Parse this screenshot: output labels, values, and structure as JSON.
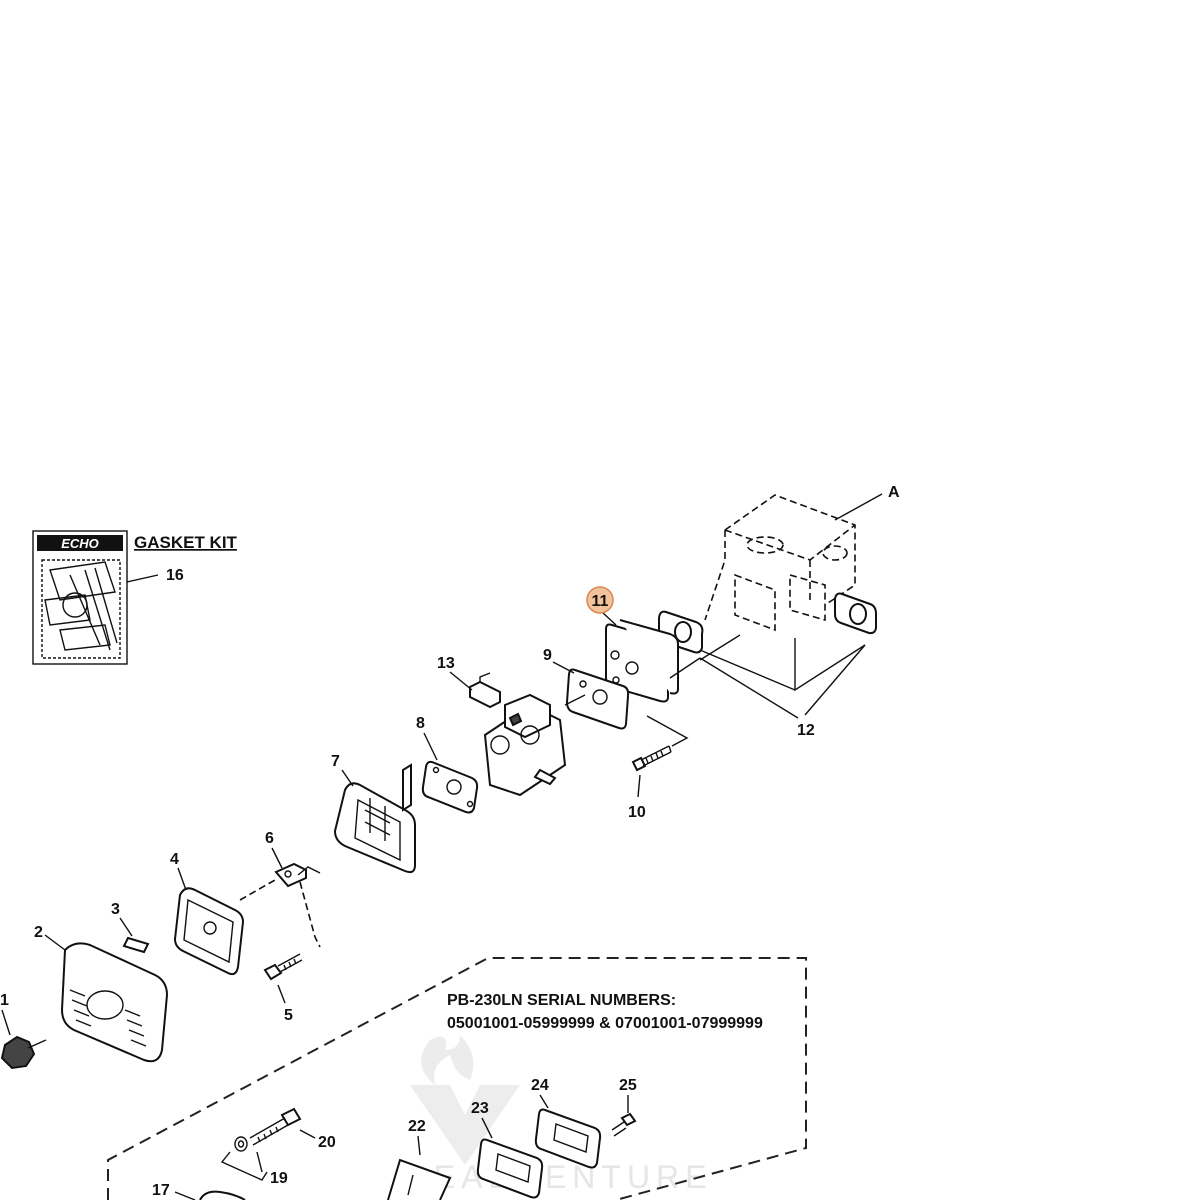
{
  "colors": {
    "line": "#111111",
    "highlight_badge": "#f2c29a",
    "highlight_badge_border": "#d9884d",
    "watermark": "#e6e6e6"
  },
  "kit": {
    "logo_text": "ECHO",
    "label": "GASKET KIT"
  },
  "serial_note": {
    "line1": "PB-230LN SERIAL NUMBERS:",
    "line2": "05001001-05999999 & 07001001-07999999"
  },
  "watermark": {
    "text": "LEADVENTURE"
  },
  "highlighted_part": "11",
  "callouts": {
    "A": "A",
    "p1": "1",
    "p2": "2",
    "p3": "3",
    "p4": "4",
    "p5": "5",
    "p6": "6",
    "p7": "7",
    "p8": "8",
    "p9": "9",
    "p10": "10",
    "p11": "11",
    "p12": "12",
    "p13": "13",
    "p16": "16",
    "p17": "17",
    "p19": "19",
    "p20": "20",
    "p22": "22",
    "p23": "23",
    "p24": "24",
    "p25": "25"
  }
}
